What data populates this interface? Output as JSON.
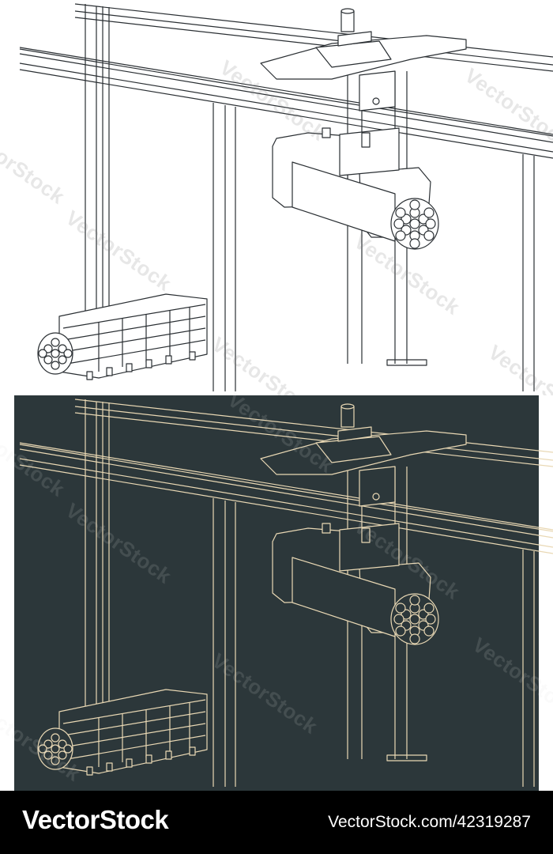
{
  "watermark": {
    "text": "VectorStock"
  },
  "footer": {
    "brand": "VectorStock",
    "code": "VectorStock.com/42319287"
  },
  "colors": {
    "light_bg": "#ffffff",
    "light_line": "#2a2f33",
    "dark_bg": "#2c373a",
    "dark_line": "#e9d8b4",
    "footer_bg": "#000000",
    "footer_text": "#ffffff"
  }
}
